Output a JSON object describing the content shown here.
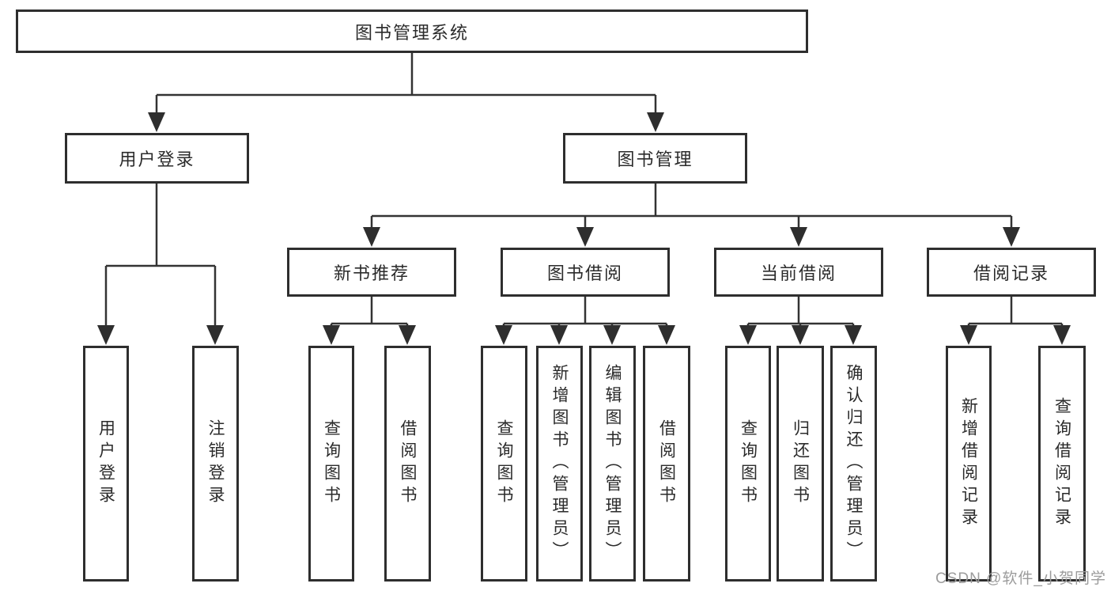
{
  "diagram": {
    "title": "图书管理系统",
    "watermark": "CSDN @软件_小贺同学",
    "colors": {
      "line": "#333333",
      "box_border": "#2e2e2e",
      "text": "#2b2b2b",
      "watermark": "#9c9c9c",
      "background": "#ffffff"
    },
    "nodes": {
      "root": {
        "label": "图书管理系统"
      },
      "user_login": {
        "label": "用户登录"
      },
      "book_management": {
        "label": "图书管理"
      },
      "new_book_recommend": {
        "label": "新书推荐"
      },
      "book_borrowing": {
        "label": "图书借阅"
      },
      "current_borrowing": {
        "label": "当前借阅"
      },
      "borrowing_records": {
        "label": "借阅记录"
      },
      "leaf_user_login": {
        "label": "用户登录"
      },
      "leaf_logout": {
        "label": "注销登录"
      },
      "leaf_query_books_1": {
        "label": "查询图书"
      },
      "leaf_borrow_books_1": {
        "label": "借阅图书"
      },
      "leaf_query_books_2": {
        "label": "查询图书"
      },
      "leaf_add_books": {
        "label": "新增图书（管理员）"
      },
      "leaf_edit_books": {
        "label": "编辑图书（管理员）"
      },
      "leaf_borrow_books_2": {
        "label": "借阅图书"
      },
      "leaf_query_books_3": {
        "label": "查询图书"
      },
      "leaf_return_books": {
        "label": "归还图书"
      },
      "leaf_confirm_return": {
        "label": "确认归还（管理员）"
      },
      "leaf_add_borrow_record": {
        "label": "新增借阅记录"
      },
      "leaf_query_borrow_record": {
        "label": "查询借阅记录"
      }
    }
  }
}
